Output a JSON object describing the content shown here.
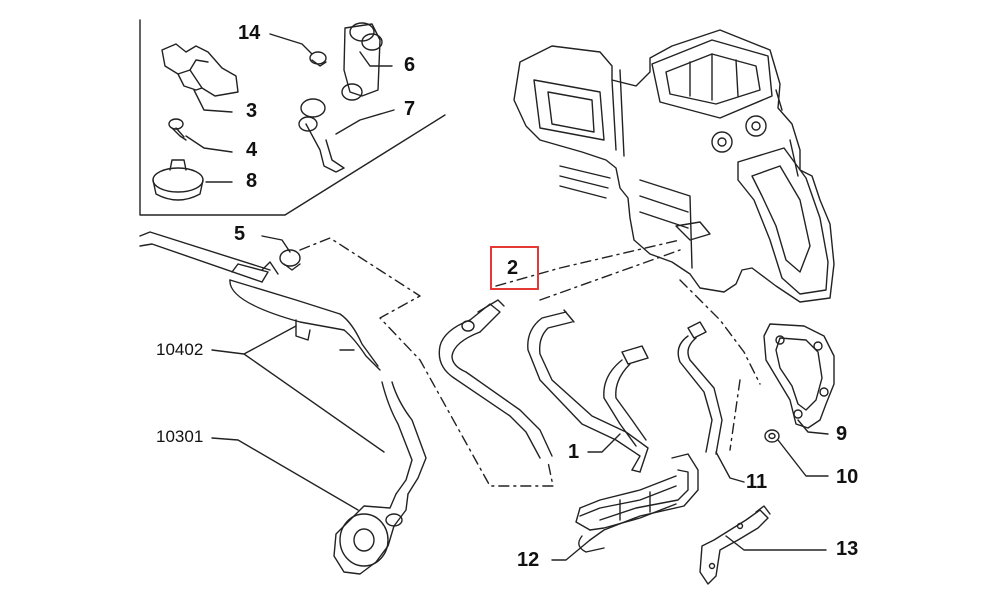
{
  "diagram": {
    "highlight_color": "#e53935",
    "line_color": "#222222",
    "labels": {
      "p14": "14",
      "p6": "6",
      "p3": "3",
      "p7": "7",
      "p4": "4",
      "p8": "8",
      "p5": "5",
      "p2": "2",
      "p10402": "10402",
      "p10301": "10301",
      "p1": "1",
      "p9": "9",
      "p10": "10",
      "p11": "11",
      "p12": "12",
      "p13": "13"
    },
    "highlighted_part": "2"
  }
}
